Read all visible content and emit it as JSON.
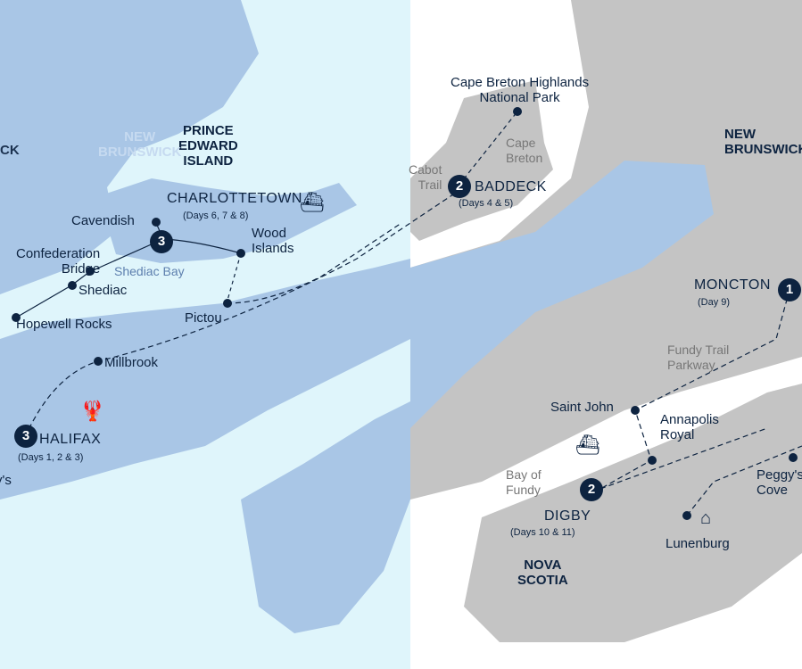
{
  "colors": {
    "land_left": "#a9c6e6",
    "water_left": "#dff5fb",
    "land_right": "#c4c4c4",
    "water_right": "#ffffff",
    "ink": "#0d2340",
    "route": "#0d2340"
  },
  "regions": {
    "pei": "PRINCE\nEDWARD\nISLAND",
    "nb_left": "NEW\nBRUNSWICK",
    "nb_left_fragment": "CK",
    "nb_right": "NEW\nBRUNSWICK",
    "nova_scotia": "NOVA\nSCOTIA"
  },
  "stops": {
    "charlottetown": {
      "name": "CHARLOTTETOWN",
      "days": "(Days 6, 7 & 8)",
      "nights": "3"
    },
    "halifax": {
      "name": "HALIFAX",
      "days": "(Days 1, 2 & 3)",
      "nights": "3"
    },
    "baddeck": {
      "name": "BADDECK",
      "days": "(Days 4 & 5)",
      "nights": "2"
    },
    "digby": {
      "name": "DIGBY",
      "days": "(Days 10 & 11)",
      "nights": "2"
    },
    "moncton": {
      "name": "MONCTON",
      "days": "(Day 9)",
      "nights": "1"
    }
  },
  "places": {
    "cavendish": "Cavendish",
    "wood_islands": "Wood\nIslands",
    "confederation_bridge": "Confederation\nBridge",
    "shediac": "Shediac",
    "hopewell_rocks": "Hopewell Rocks",
    "pictou": "Pictou",
    "millbrook": "Millbrook",
    "peggys_left": "Peggy's",
    "cape_breton_highlands": "Cape Breton Highlands\nNational Park",
    "saint_john": "Saint John",
    "annapolis_royal": "Annapolis\nRoyal",
    "lunenburg": "Lunenburg",
    "peggys_cove": "Peggy's\nCove"
  },
  "features": {
    "shediac_bay": "Shediac Bay",
    "cape_breton": "Cape\nBreton",
    "cabot_trail": "Cabot\nTrail",
    "fundy_trail": "Fundy Trail\nParkway",
    "bay_of_fundy": "Bay of\nFundy"
  },
  "icons": [
    "ferry-icon",
    "lobster-icon",
    "lighthouse-icon"
  ]
}
